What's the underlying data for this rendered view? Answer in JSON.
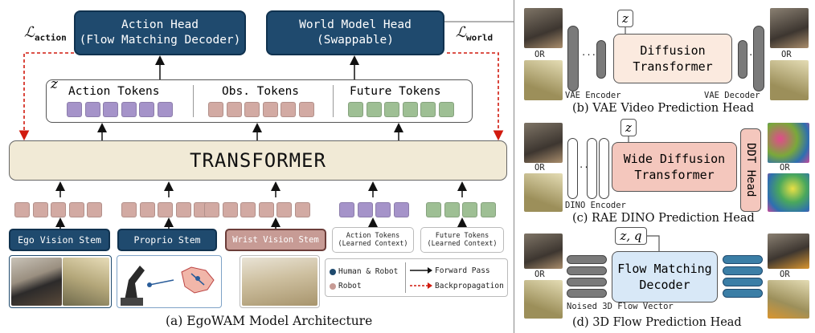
{
  "left": {
    "action_head": {
      "line1": "Action Head",
      "line2": "(Flow Matching Decoder)"
    },
    "world_head": {
      "line1": "World Model Head",
      "line2": "(Swappable)"
    },
    "loss_action": {
      "base": "ℒ",
      "sub": "action"
    },
    "loss_world": {
      "base": "ℒ",
      "sub": "world"
    },
    "z_symbol": "z",
    "token_groups": [
      "Action Tokens",
      "Obs. Tokens",
      "Future Tokens"
    ],
    "transformer": "TRANSFORMER",
    "stems": [
      "Ego Vision Stem",
      "Proprio Stem",
      "Wrist Vision Stem"
    ],
    "learned_ctx": [
      {
        "line1": "Action Tokens",
        "line2": "(Learned Context)"
      },
      {
        "line1": "Future Tokens",
        "line2": "(Learned Context)"
      }
    ],
    "legend": {
      "human_robot": "Human & Robot",
      "robot": "Robot",
      "forward": "Forward Pass",
      "backprop": "Backpropagation"
    },
    "caption": "(a) EgoWAM Model Architecture"
  },
  "right": {
    "or_label": "OR",
    "dots": "...",
    "b": {
      "z": "z",
      "center1": "Diffusion",
      "center2": "Transformer",
      "encoder": "VAE Encoder",
      "decoder": "VAE Decoder",
      "caption": "(b) VAE Video Prediction Head"
    },
    "c": {
      "z": "z",
      "center1": "Wide Diffusion",
      "center2": "Transformer",
      "head": "DDT Head",
      "encoder": "DINO Encoder",
      "caption": "(c) RAE DINO Prediction Head"
    },
    "d": {
      "zq": "z, q",
      "center1": "Flow Matching",
      "center2": "Decoder",
      "noise": "Noised 3D Flow Vector",
      "caption": "(d) 3D Flow Prediction Head"
    }
  },
  "colors": {
    "navy": "#1f4a6e",
    "action_token": "#a593c9",
    "obs_token": "#d2aaa3",
    "future_token": "#9ebf94",
    "transformer": "#f1ead6",
    "vae_center": "#fbeadf",
    "dino_center": "#f4c7bd",
    "flow_center": "#d8e8f7",
    "human_robot_dot": "#1f4a6e",
    "robot_dot": "#c79b95",
    "backprop": "#d11a0e"
  }
}
